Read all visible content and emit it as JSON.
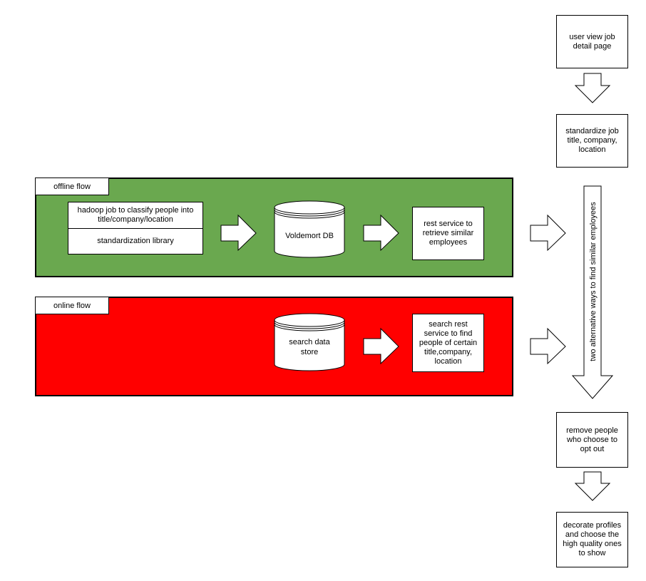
{
  "colors": {
    "offline_panel": "#6aa84f",
    "online_panel": "#ff0000",
    "box_fill": "#ffffff",
    "stroke": "#000000"
  },
  "right_flow": {
    "step1": "user view job detail page",
    "step2": "standardize job title, company, location",
    "big_arrow_label": "two alternative ways to find similar employees",
    "step3": "remove people who choose to opt out",
    "step4": "decorate profiles and choose the high quality ones to show"
  },
  "offline": {
    "label": "offline flow",
    "hadoop_job": "hadoop job to classify people into title/company/location",
    "library": "standardization library",
    "db": "Voldemort DB",
    "rest_service": "rest service to retrieve similar employees"
  },
  "online": {
    "label": "online flow",
    "store": "search data store",
    "rest_service": "search rest service to find people of certain title,company, location"
  }
}
